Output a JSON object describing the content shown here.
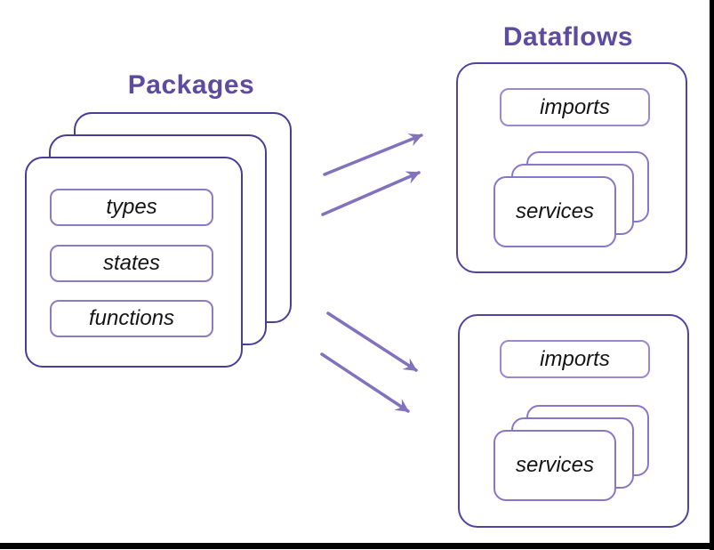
{
  "diagram": {
    "packages": {
      "title": "Packages",
      "items": [
        "types",
        "states",
        "functions"
      ]
    },
    "dataflows": {
      "title": "Dataflows",
      "boxes": [
        {
          "imports": "imports",
          "services": "services"
        },
        {
          "imports": "imports",
          "services": "services"
        }
      ]
    }
  },
  "icons": {
    "arrow_icon": "flow-arrow-icon"
  },
  "colors": {
    "title": "#5c4b9f",
    "card_border": "#4a3d99",
    "container_border": "#5143a0",
    "inner_border": "#8d7ac7",
    "imports_border": "#9b87d2",
    "services_border": "#8a76c8",
    "arrow": "#8172bd",
    "label_text": "#141414",
    "edge_black": "#000000"
  }
}
